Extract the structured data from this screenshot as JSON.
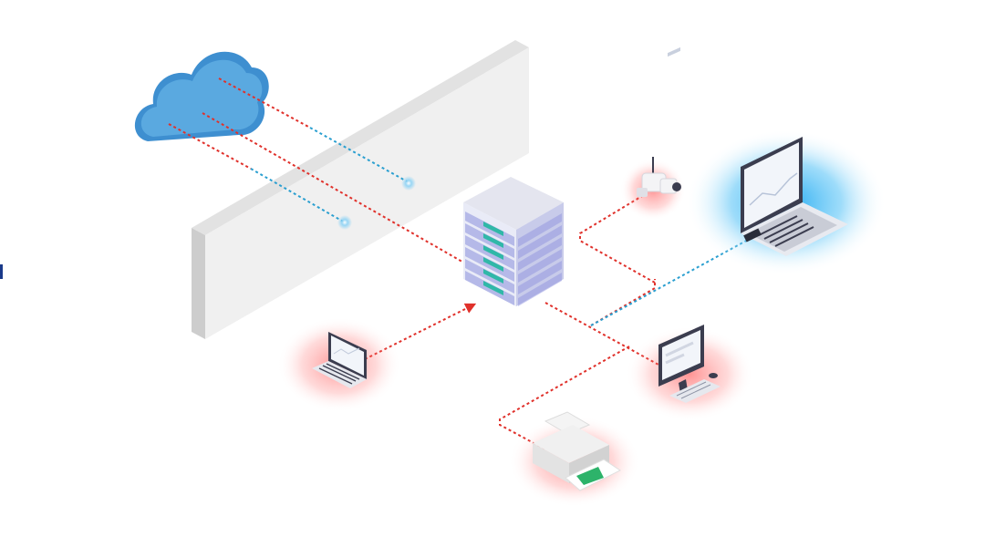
{
  "diagram": {
    "nodes": [
      {
        "id": "cloud",
        "icon": "cloud-icon",
        "status": "neutral"
      },
      {
        "id": "firewall",
        "icon": "firewall-wall",
        "status": "neutral"
      },
      {
        "id": "server",
        "icon": "server-rack-icon",
        "status": "neutral"
      },
      {
        "id": "ip-camera",
        "icon": "security-camera-icon",
        "status": "alert"
      },
      {
        "id": "laptop-secure",
        "icon": "laptop-icon",
        "status": "secure"
      },
      {
        "id": "laptop-attacker",
        "icon": "laptop-icon",
        "status": "alert"
      },
      {
        "id": "desktop",
        "icon": "desktop-computer-icon",
        "status": "alert"
      },
      {
        "id": "printer",
        "icon": "printer-icon",
        "status": "alert"
      }
    ],
    "links": [
      {
        "from": "cloud",
        "to": "firewall",
        "status": "blocked"
      },
      {
        "from": "cloud",
        "to": "firewall",
        "status": "blocked"
      },
      {
        "from": "cloud",
        "to": "server",
        "status": "unsafe"
      },
      {
        "from": "laptop-attacker",
        "to": "server",
        "status": "unsafe"
      },
      {
        "from": "server",
        "to": "desktop",
        "status": "unsafe"
      },
      {
        "from": "server",
        "to": "ip-camera",
        "status": "unsafe"
      },
      {
        "from": "server",
        "to": "printer",
        "status": "unsafe"
      },
      {
        "from": "server",
        "to": "laptop-secure",
        "status": "safe"
      }
    ]
  },
  "colors": {
    "background": "#ffffff",
    "cloud": "#5aa9e0",
    "cloud_dark": "#3e8fd0",
    "wall_front": "#efefef",
    "wall_top": "#e2e2e2",
    "wall_side": "#cfcfcf",
    "server_body": "#e9ebf7",
    "server_side": "#c8cbea",
    "server_accent": "#8a8fdd",
    "server_led": "#30b8a8",
    "link_unsafe": "#e0312b",
    "link_safe": "#2a9fd0",
    "glow_alert": "#ff3b3b",
    "glow_secure": "#19a6f0",
    "device_dark": "#3b3d4f",
    "printer_green": "#2db36a"
  }
}
